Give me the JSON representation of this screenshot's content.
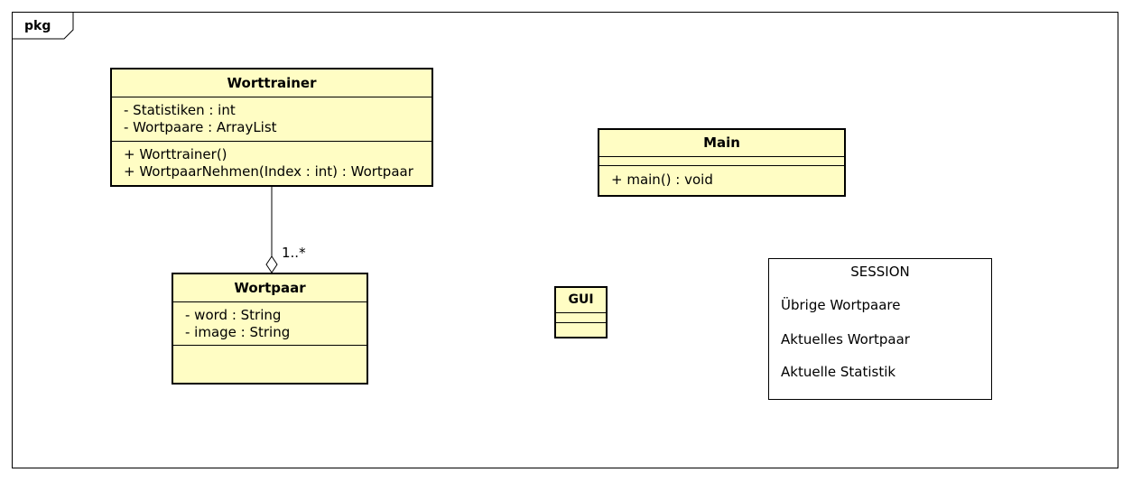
{
  "frame": {
    "label": "pkg"
  },
  "classes": {
    "worttrainer": {
      "name": "Worttrainer",
      "attributes": [
        "- Statistiken : int",
        "- Wortpaare : ArrayList"
      ],
      "operations": [
        "+ Worttrainer()",
        "+ WortpaarNehmen(Index : int) : Wortpaar"
      ]
    },
    "main": {
      "name": "Main",
      "operations": [
        "+ main() : void"
      ]
    },
    "wortpaar": {
      "name": "Wortpaar",
      "attributes": [
        "- word : String",
        "- image : String"
      ]
    },
    "gui": {
      "name": "GUI"
    }
  },
  "association": {
    "multiplicity": "1..*"
  },
  "note": {
    "title": "SESSION",
    "lines": [
      "Übrige Wortpaare",
      "Aktuelles Wortpaar",
      "Aktuelle Statistik"
    ]
  },
  "colors": {
    "class_fill": "#fffdc4",
    "border": "#000000"
  }
}
